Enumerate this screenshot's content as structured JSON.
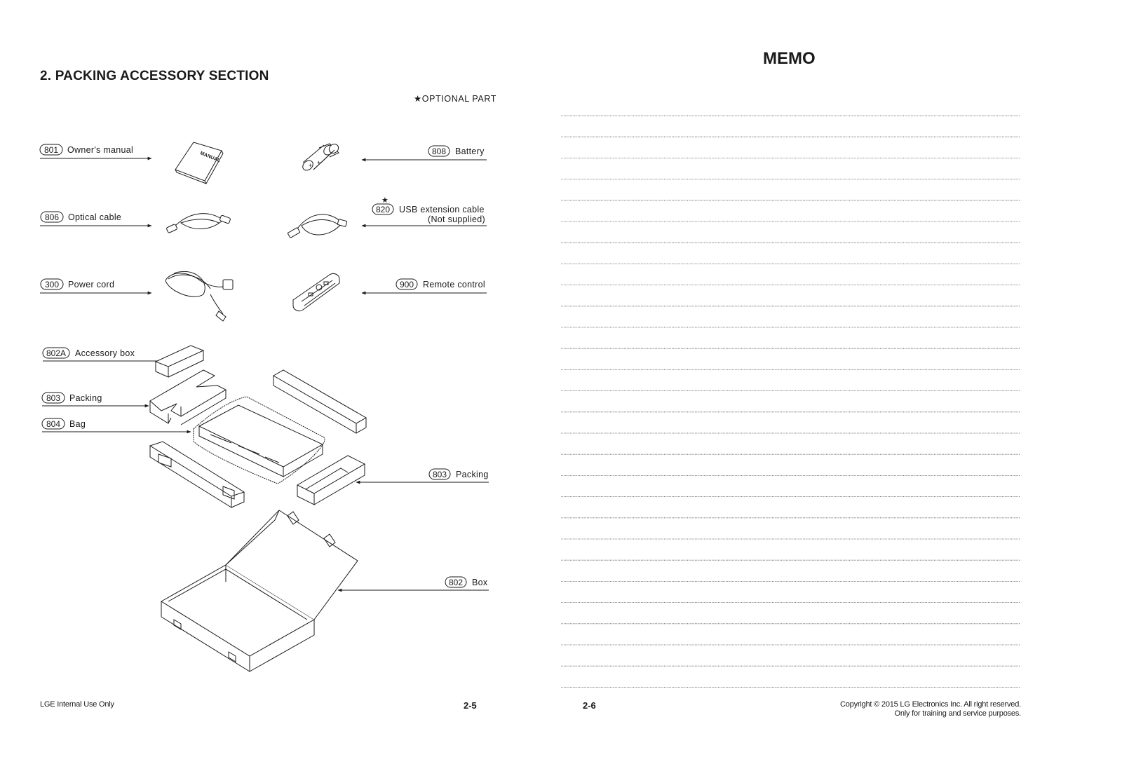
{
  "left_page": {
    "section_title": "2. PACKING ACCESSORY SECTION",
    "optional_note": "★OPTIONAL PART",
    "star_symbol": "★",
    "parts": [
      {
        "number": "801",
        "label": "Owner's manual"
      },
      {
        "number": "808",
        "label": "Battery"
      },
      {
        "number": "806",
        "label": "Optical cable"
      },
      {
        "number": "820",
        "label": "USB extension cable",
        "label2": "(Not supplied)"
      },
      {
        "number": "300",
        "label": "Power cord"
      },
      {
        "number": "900",
        "label": "Remote control"
      },
      {
        "number": "802A",
        "label": "Accessory box"
      },
      {
        "number": "803",
        "label": "Packing"
      },
      {
        "number": "804",
        "label": "Bag"
      },
      {
        "number": "803",
        "label": "Packing"
      },
      {
        "number": "802",
        "label": "Box"
      }
    ],
    "manual_text": "MANUAL",
    "footer_left": "LGE Internal Use Only",
    "page_number": "2-5"
  },
  "right_page": {
    "memo_title": "MEMO",
    "page_number": "2-6",
    "copyright_line1": "Copyright © 2015 LG Electronics Inc. All right reserved.",
    "copyright_line2": "Only for training and service purposes."
  }
}
